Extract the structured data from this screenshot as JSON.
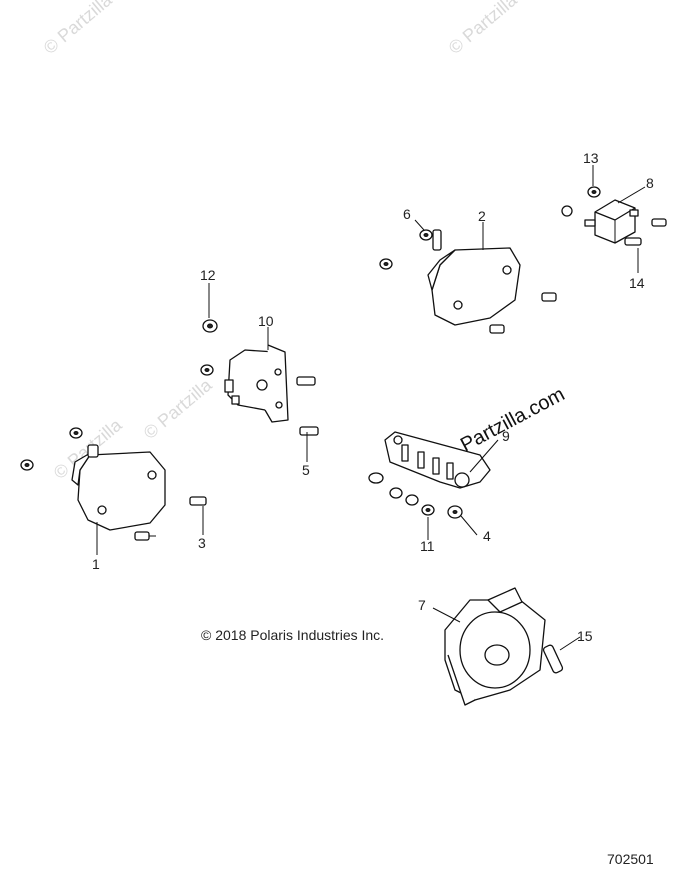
{
  "watermark": {
    "text": "© Partzilla",
    "main_text": "Partzilla.com"
  },
  "callouts": {
    "c1": "1",
    "c2": "2",
    "c3": "3",
    "c4": "4",
    "c5": "5",
    "c6": "6",
    "c7": "7",
    "c8": "8",
    "c9": "9",
    "c10": "10",
    "c11": "11",
    "c12": "12",
    "c13": "13",
    "c14": "14",
    "c15": "15"
  },
  "copyright": "© 2018 Polaris Industries Inc.",
  "figure_number": "702501"
}
